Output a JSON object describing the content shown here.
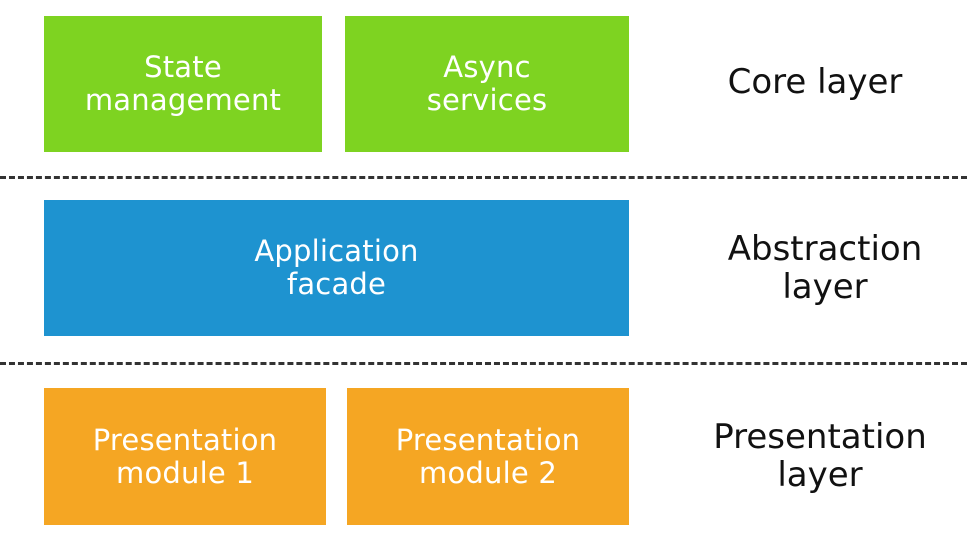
{
  "core": {
    "boxes": [
      {
        "label": "State\nmanagement"
      },
      {
        "label": "Async\nservices"
      }
    ],
    "label": "Core layer"
  },
  "abstraction": {
    "boxes": [
      {
        "label": "Application\nfacade"
      }
    ],
    "label": "Abstraction\nlayer"
  },
  "presentation": {
    "boxes": [
      {
        "label": "Presentation\nmodule 1"
      },
      {
        "label": "Presentation\nmodule 2"
      }
    ],
    "label": "Presentation\nlayer"
  },
  "colors": {
    "core": "#7ed321",
    "abstraction": "#1e93d0",
    "presentation": "#f5a623",
    "divider": "#333333"
  }
}
